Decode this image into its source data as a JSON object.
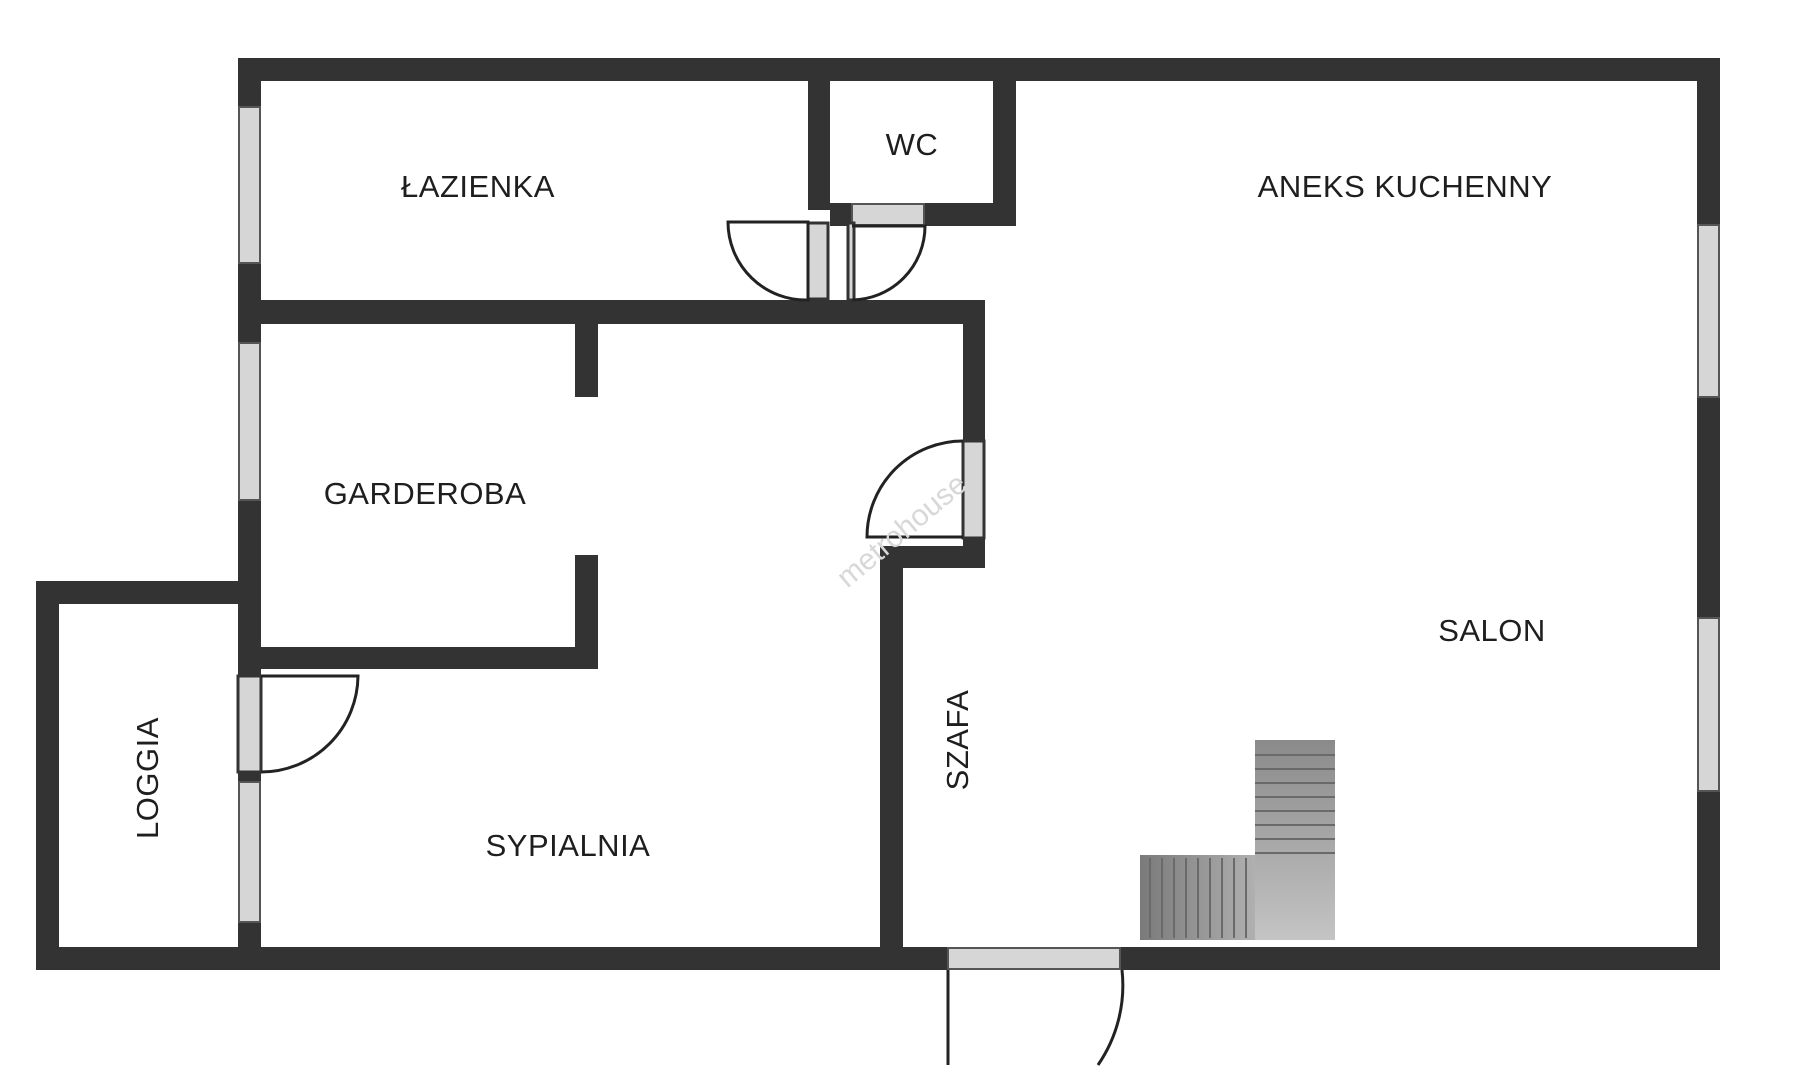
{
  "floorplan": {
    "rooms": {
      "lazienka": "ŁAZIENKA",
      "wc": "WC",
      "aneks": "ANEKS KUCHENNY",
      "garderoba": "GARDEROBA",
      "salon": "SALON",
      "szafa": "SZAFA",
      "loggia": "LOGGIA",
      "sypialnia": "SYPIALNIA"
    },
    "watermark": "metrohouse",
    "colors": {
      "wall": "#333333",
      "window_fill": "#d6d6d6",
      "door_line": "#222222"
    }
  }
}
